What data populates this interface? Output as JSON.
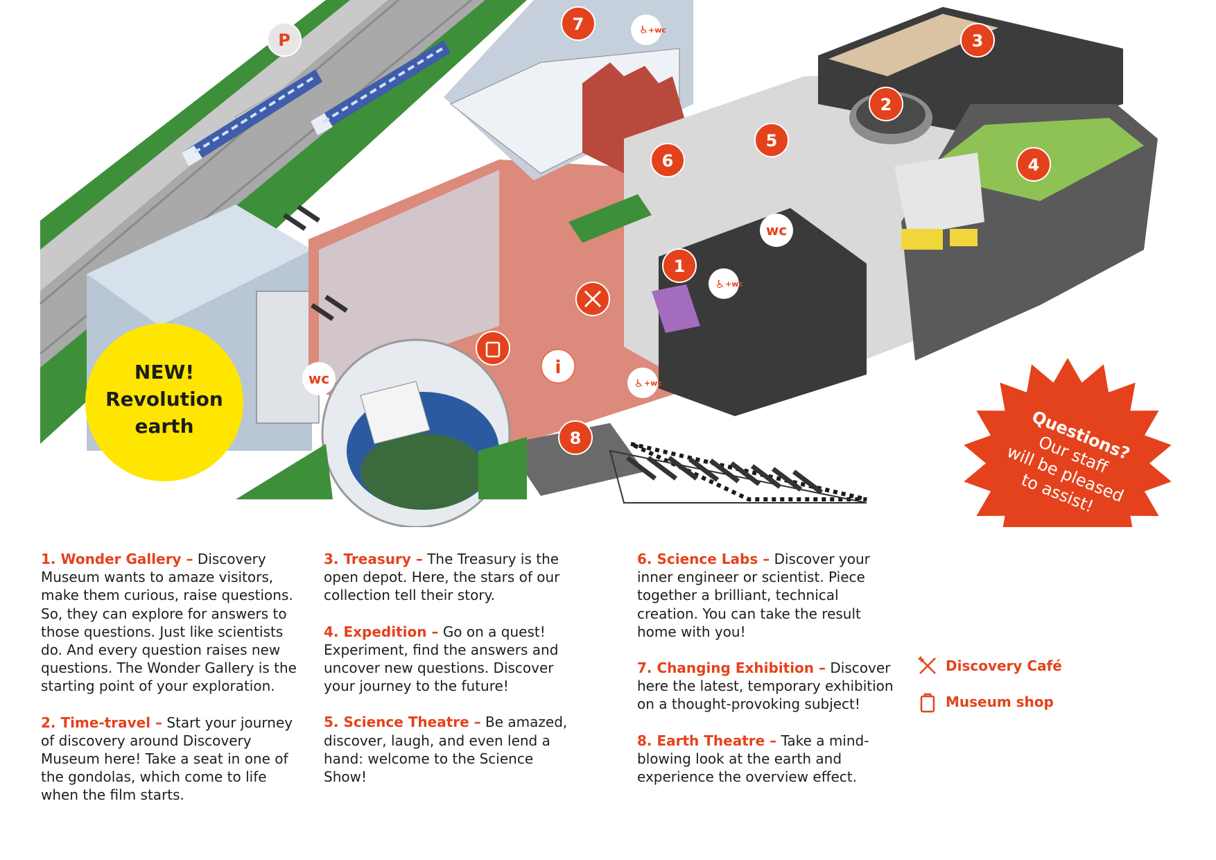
{
  "badge": {
    "line1": "NEW!",
    "line2": "Revolution",
    "line3": "earth"
  },
  "questions": {
    "line1": "Questions?",
    "line2": "Our staff",
    "line3": "will be pleased",
    "line4": "to assist!"
  },
  "map_markers": {
    "parking": "P",
    "m1": "1",
    "m2": "2",
    "m3": "3",
    "m4": "4",
    "m5": "5",
    "m6": "6",
    "m7": "7",
    "m8": "8",
    "info": "i",
    "wc": "wc",
    "accessible_wc": "+wc"
  },
  "exhibits": [
    {
      "title": "1.  Wonder Gallery –",
      "text": "Discovery Museum wants to amaze visitors, make them curious, raise questions. So, they can explore for answers to those questions. Just like scientists do. And every question raises new questions. The Wonder Gallery is the starting point of your exploration."
    },
    {
      "title": "2.  Time-travel –",
      "text": "Start your journey of discovery around Discovery Museum here! Take a seat in one of the gondolas, which come to life when the film starts."
    },
    {
      "title": "3.  Treasury –",
      "text": "The Treasury is the open depot. Here, the stars of our collection tell their story."
    },
    {
      "title": "4.  Expedition –",
      "text": "Go on a quest! Experiment, find the answers and uncover new questions. Discover your journey to the future!"
    },
    {
      "title": "5.  Science Theatre –",
      "text": "Be amazed, discover, laugh, and even lend a hand: welcome to the Science Show!"
    },
    {
      "title": "6.  Science Labs –",
      "text": "Discover your inner engineer or scientist. Piece together a brilliant, technical creation. You can take the result home with you!"
    },
    {
      "title": "7.  Changing Exhibition –",
      "text": "Discover here the latest, temporary exhibition on a thought-provoking subject!"
    },
    {
      "title": "8.  Earth Theatre –",
      "text": "Take a mind-blowing look at the earth and experience the overview effect."
    }
  ],
  "legend": {
    "cafe": "Discovery Café",
    "shop": "Museum shop"
  },
  "colors": {
    "accent": "#e4421c",
    "badge_yellow": "#ffe600",
    "grass": "#3e8f3a",
    "floor_pink": "#d9776b"
  },
  "icons": [
    "fork-knife-icon",
    "shopping-bag-icon",
    "wheelchair-icon",
    "info-icon",
    "parking-icon",
    "train-icon"
  ]
}
